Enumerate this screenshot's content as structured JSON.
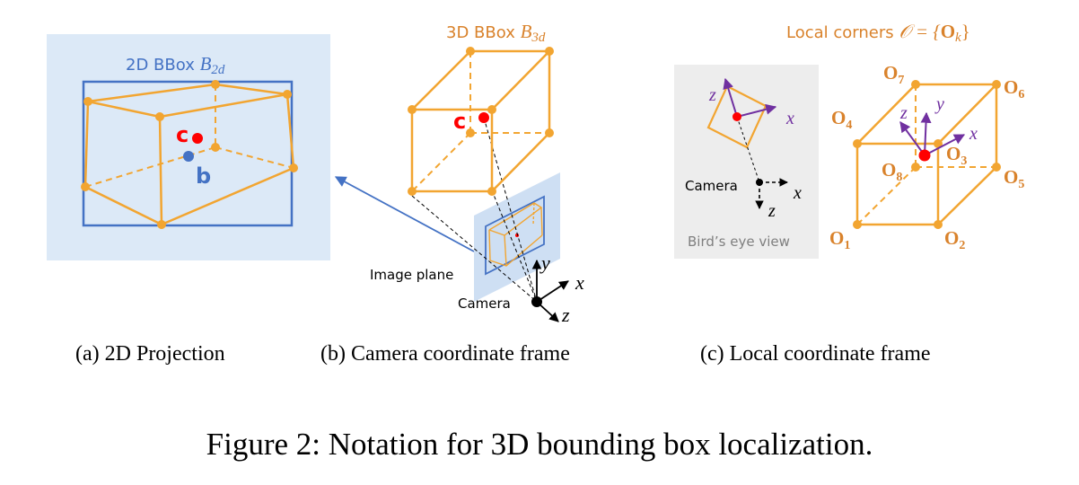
{
  "colors": {
    "orange": "#F2A531",
    "orange_text": "#D9822B",
    "blue": "#4472C4",
    "light_blue": "#DCE9F7",
    "gray_bg": "#EDEDED",
    "red": "#FF0000",
    "purple": "#7030A0",
    "black": "#000000"
  },
  "panel_a": {
    "title": "2D BBox",
    "title_math": "B",
    "title_sub": "2d",
    "point_c": "c",
    "point_b": "b",
    "caption": "(a) 2D Projection"
  },
  "panel_b": {
    "title": "3D BBox",
    "title_math": "B",
    "title_sub": "3d",
    "point_c": "c",
    "image_plane_label": "Image plane",
    "camera_label": "Camera",
    "axis_x": "x",
    "axis_y": "y",
    "axis_z": "z",
    "caption": "(b) Camera coordinate frame"
  },
  "panel_c": {
    "title": "Local corners",
    "title_math": "𝒪 = {",
    "title_bold": "O",
    "title_sub": "k",
    "title_close": "}",
    "bev_camera_label": "Camera",
    "bev_label": "Bird’s eye view",
    "axis_x": "x",
    "axis_y": "y",
    "axis_z": "z",
    "corner_letter": "O",
    "corners": [
      "7",
      "6",
      "4",
      "3",
      "8",
      "5",
      "1",
      "2"
    ],
    "caption": "(c) Local coordinate frame"
  },
  "figure_caption": "Figure 2: Notation for 3D bounding box localization."
}
